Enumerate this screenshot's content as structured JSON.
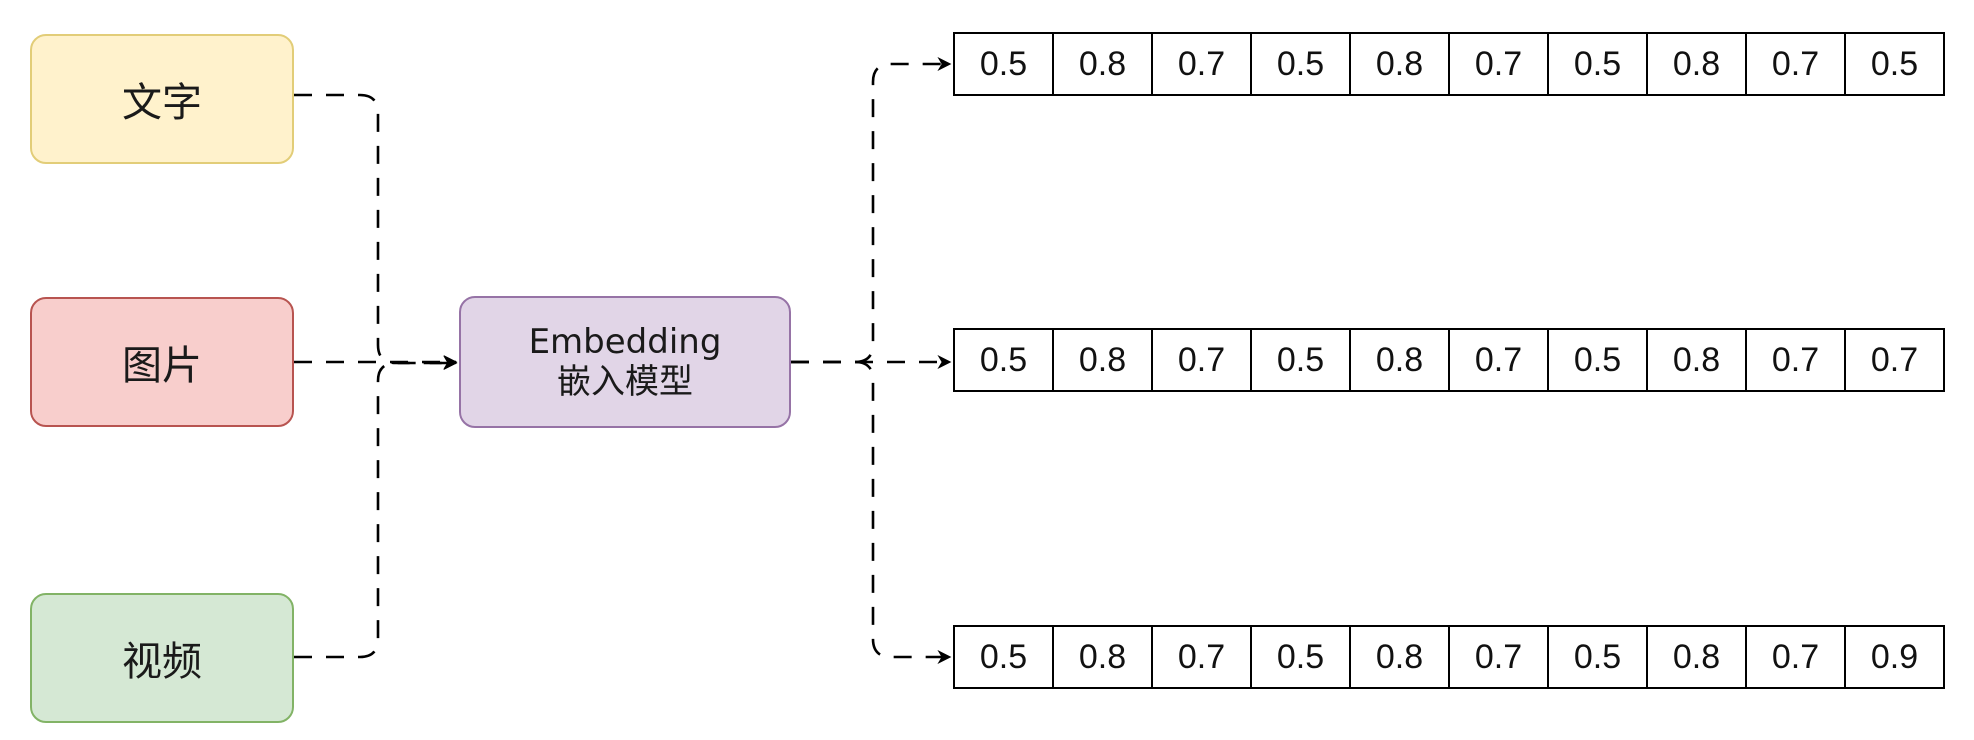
{
  "inputs": {
    "text": "文字",
    "image": "图片",
    "video": "视频"
  },
  "model": {
    "line1": "Embedding",
    "line2": "嵌入模型"
  },
  "vectors": [
    [
      "0.5",
      "0.8",
      "0.7",
      "0.5",
      "0.8",
      "0.7",
      "0.5",
      "0.8",
      "0.7",
      "0.5"
    ],
    [
      "0.5",
      "0.8",
      "0.7",
      "0.5",
      "0.8",
      "0.7",
      "0.5",
      "0.8",
      "0.7",
      "0.7"
    ],
    [
      "0.5",
      "0.8",
      "0.7",
      "0.5",
      "0.8",
      "0.7",
      "0.5",
      "0.8",
      "0.7",
      "0.9"
    ]
  ],
  "colors": {
    "text_fill": "#fff2cc",
    "text_stroke": "#e2cd78",
    "image_fill": "#f8cecc",
    "image_stroke": "#b85450",
    "video_fill": "#d5e8d4",
    "video_stroke": "#82b366",
    "model_fill": "#e1d5e7",
    "model_stroke": "#9673a6",
    "connector": "#000000"
  }
}
